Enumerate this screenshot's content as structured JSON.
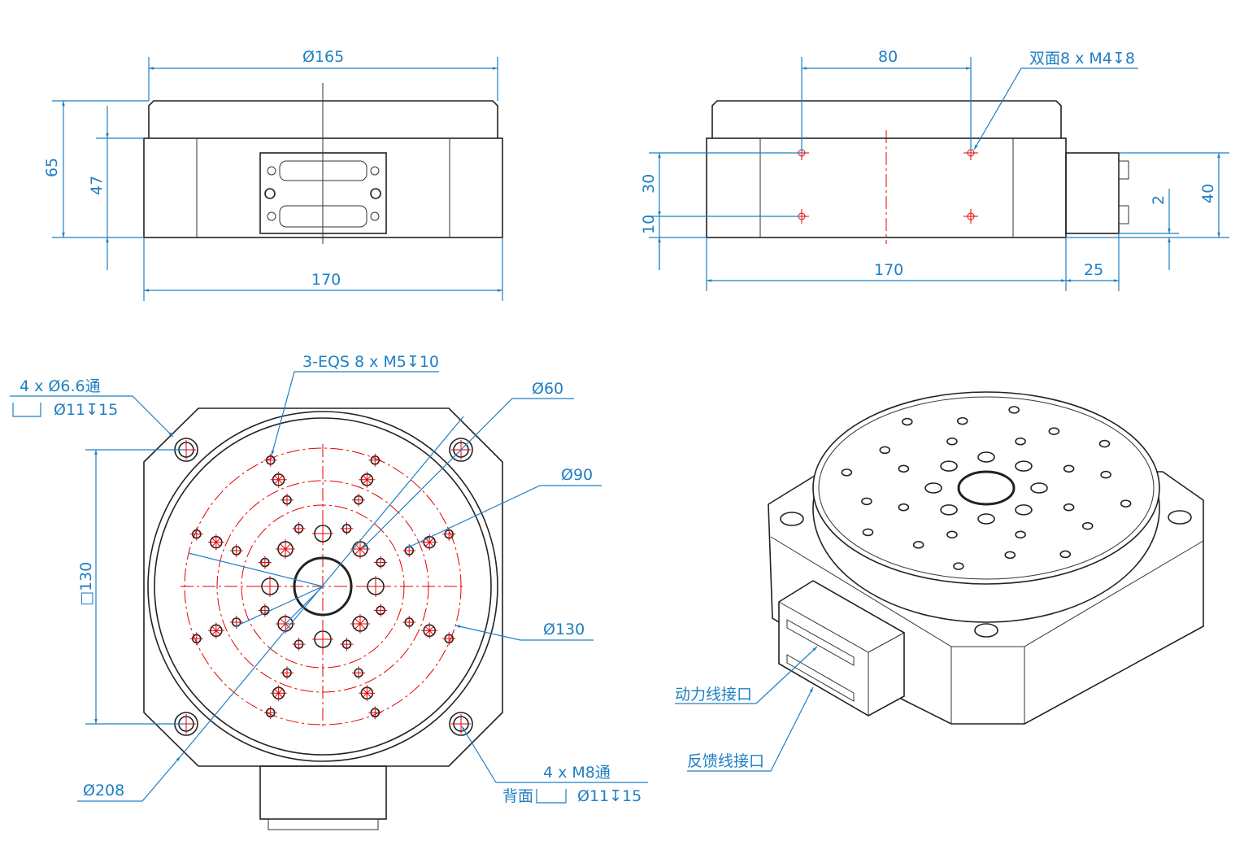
{
  "front_view": {
    "dia_top": "Ø165",
    "height_total": "65",
    "height_body": "47",
    "width": "170"
  },
  "side_view": {
    "spacing": "80",
    "hole_callout": "双面8 x M4↧8",
    "dim_30": "30",
    "dim_10": "10",
    "width": "170",
    "connector_depth": "25",
    "dim_2": "2",
    "dim_40": "40"
  },
  "top_view": {
    "mount_holes_line1": "4 x Ø6.6通",
    "mount_holes_line2": "Ø11↧15",
    "eqs_callout": "3-EQS 8 x M5↧10",
    "dia_60": "Ø60",
    "dia_90": "Ø90",
    "dia_130": "Ø130",
    "square_130": "□130",
    "dia_208": "Ø208",
    "back_holes_line1": "4 x M8通",
    "back_holes_line2_prefix": "背面",
    "back_holes_line2": "Ø11↧15"
  },
  "iso_view": {
    "power_port": "动力线接口",
    "feedback_port": "反馈线接口"
  },
  "colors": {
    "dimension": "#1f7fc4",
    "centerline": "#e60000",
    "outline": "#222222"
  }
}
